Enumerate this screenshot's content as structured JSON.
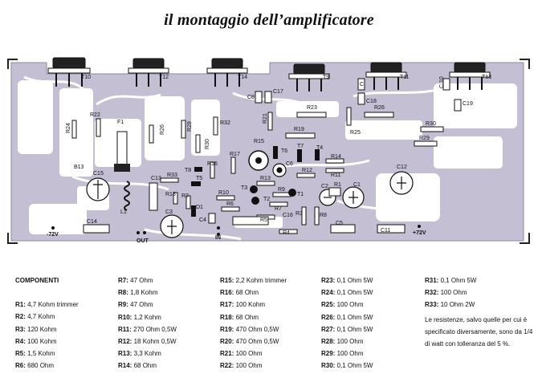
{
  "title": "il montaggio dell’amplificatore",
  "board": {
    "designators": {
      "T10": "T10",
      "T12": "T12",
      "T14": "T14",
      "T9": "T9",
      "T11": "T11",
      "T13": "T13",
      "F1": "F1",
      "R22": "R22",
      "R24": "R24",
      "R26a": "R26",
      "R28": "R28",
      "R32": "R32",
      "R30a": "R30",
      "R21": "R21",
      "C8": "C8",
      "C17": "C17",
      "R23": "R23",
      "R26b": "R26",
      "C18": "C18",
      "C": "C",
      "C10": "C 10",
      "C19": "C19",
      "R19": "R19",
      "R25": "R25",
      "R30b": "R30",
      "R29": "R29",
      "R15": "R15",
      "T6": "T6",
      "T7": "T7",
      "T4": "T4",
      "R14": "R14",
      "R11": "R11",
      "C6": "C6",
      "R12": "R12",
      "R16": "R16",
      "R17": "R17",
      "T8": "T8",
      "R13": "R13",
      "R33": "R33",
      "C15": "C15",
      "C13": "C13",
      "T5": "T5",
      "T3": "T3",
      "R10": "R10",
      "T2": "T2",
      "R7": "R7",
      "T1": "T1",
      "R9": "R9",
      "R1": "R1",
      "C1": "C1",
      "R6": "R6",
      "R5": "R5",
      "C16": "C16",
      "R3": "R3",
      "R8": "R8",
      "R2": "R2",
      "L1": "L1",
      "C3": "C3",
      "D1": "D1",
      "C4": "C4",
      "C2": "C2",
      "C12": "C12",
      "C14": "C14",
      "C11": "C11",
      "C5": "C5",
      "R4": "R4",
      "R18": "R18",
      "B13": "B13"
    },
    "terminals": {
      "neg72": "-72V",
      "out": "OUT",
      "in": "IN",
      "pos72": "+72V"
    }
  },
  "components": {
    "heading": "COMPONENTI",
    "col1": [
      [
        "R1:",
        "4,7 Kohm trimmer"
      ],
      [
        "R2:",
        "4,7 Kohm"
      ],
      [
        "R3:",
        "120 Kohm"
      ],
      [
        "R4:",
        "100 Kohm"
      ],
      [
        "R5:",
        "1,5 Kohm"
      ],
      [
        "R6:",
        "680 Ohm"
      ]
    ],
    "col2": [
      [
        "R7:",
        "47 Ohm"
      ],
      [
        "R8:",
        "1,8 Kohm"
      ],
      [
        "R9:",
        "47 Ohm"
      ],
      [
        "R10:",
        "1,2 Kohm"
      ],
      [
        "R11:",
        "270 Ohm 0,5W"
      ],
      [
        "R12:",
        "18 Kohm 0,5W"
      ],
      [
        "R13:",
        "3,3 Kohm"
      ],
      [
        "R14:",
        "68 Ohm"
      ]
    ],
    "col3": [
      [
        "R15:",
        "2,2 Kohm  trimmer"
      ],
      [
        "R16:",
        "68 Ohm"
      ],
      [
        "R17:",
        "100 Kohm"
      ],
      [
        "R18:",
        "68 Ohm"
      ],
      [
        "R19:",
        "470 Ohm 0,5W"
      ],
      [
        "R20:",
        "470 Ohm 0,5W"
      ],
      [
        "R21:",
        "100 Ohm"
      ],
      [
        "R22:",
        "100 Ohm"
      ]
    ],
    "col4": [
      [
        "R23:",
        "0,1 Ohm 5W"
      ],
      [
        "R24:",
        "0,1 Ohm 5W"
      ],
      [
        "R25:",
        "100 Ohm"
      ],
      [
        "R26:",
        "0,1 Ohm 5W"
      ],
      [
        "R27:",
        "0,1 Ohm 5W"
      ],
      [
        "R28:",
        "100 Ohm"
      ],
      [
        "R29:",
        "100 Ohm"
      ],
      [
        "R30:",
        "0,1 Ohm 5W"
      ]
    ],
    "col5": [
      [
        "R31:",
        "0,1 Ohm 5W"
      ],
      [
        "R32:",
        "100 Ohm"
      ],
      [
        "R33:",
        "10 Ohm 2W"
      ]
    ],
    "note": "Le resistenze, salvo quelle per cui è specificato diversamente, sono da 1/4 di watt con tolleranza del 5 %."
  }
}
